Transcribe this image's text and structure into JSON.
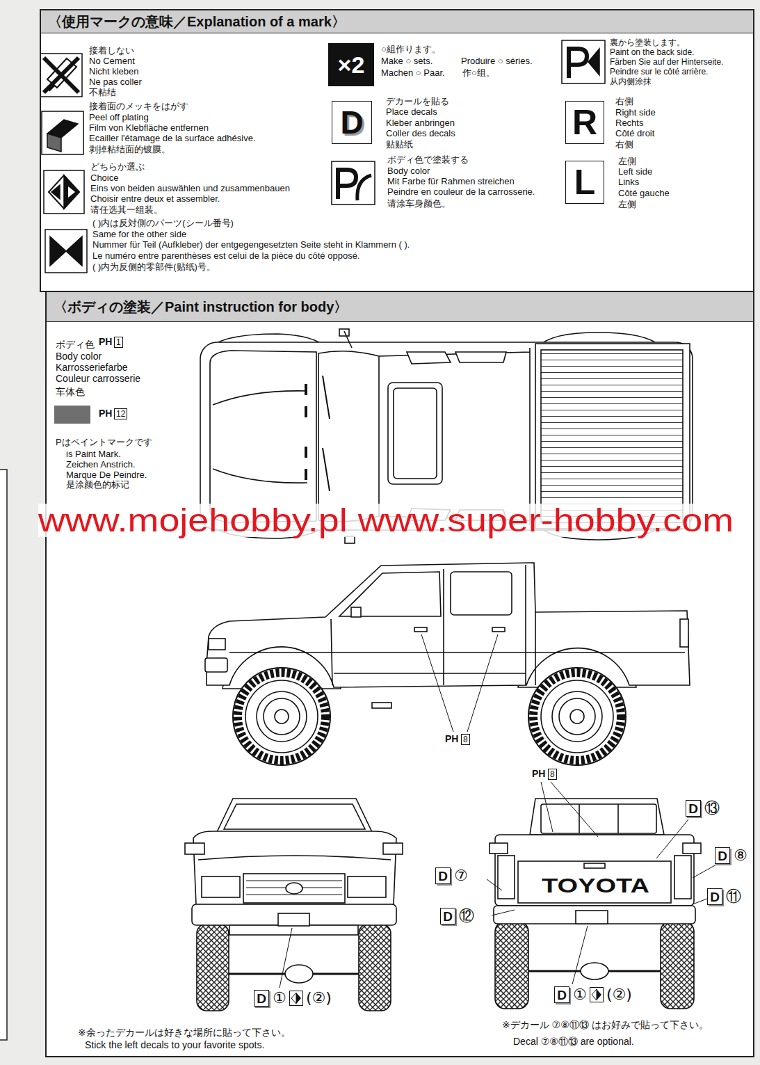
{
  "diagram": {
    "nodes": [
      {
        "text": [
          "〈使用マークの意味／Explanation of a mark〉"
        ]
      },
      {
        "text": [
          "×2"
        ],
        "in": 0
      },
      {
        "text": [
          "D"
        ],
        "in": 0
      },
      {
        "text": [
          "R"
        ],
        "in": 0
      },
      {
        "text": [
          "L"
        ],
        "in": 0
      },
      {
        "text": [
          "〈ボディの塗装／Paint instruction for body〉"
        ]
      },
      {
        "text": [
          "D",
          "⑬"
        ],
        "in": 5
      },
      {
        "text": [
          "D",
          "⑧"
        ],
        "in": 5
      },
      {
        "text": [
          "D",
          "⑦"
        ],
        "in": 5
      },
      {
        "text": [
          "D",
          "⑪"
        ],
        "in": 5
      },
      {
        "text": [
          "D",
          "⑫"
        ],
        "in": 5
      },
      {
        "text": [
          "D",
          "①",
          "(②)"
        ],
        "in": 5
      },
      {
        "text": [
          "D",
          "①",
          "(②)"
        ],
        "in": 5
      }
    ],
    "labels": [
      "接着しない",
      "No Cement",
      "Nicht kleben",
      "Ne pas coller",
      "不粘结",
      "接着面のメッキをはがす",
      "Peel off plating",
      "Film von Klebfläche entfernen",
      "Ecailler l'étamage de la surface adhésive.",
      "剥掉粘结面的镀膜。",
      "どちらか選ぶ",
      "Choice",
      "Eins von beiden auswählen und zusammenbauen",
      "Choisir entre deux et assembler.",
      "请任选其一组装。",
      "( )内は反対側のパーツ(シール番号)",
      "Same for the other side",
      "Nummer für Teil (Aufkleber) der entgegengesetzten Seite steht in Klammern ( ).",
      "Le numéro entre parenthèses est celui de la pièce du côté opposé.",
      "( )内为反侧的零部件(贴纸)号。",
      "○組作ります。",
      "Make ○ sets.",
      "Produire ○ séries.",
      "Machen ○ Paar.",
      "作○组。",
      "デカールを貼る",
      "Place decals",
      "Kleber anbringen",
      "Coller des decals",
      "贴贴纸",
      "ボディ色で塗装する",
      "Body color",
      "Mit Farbe für Rahmen streichen",
      "Peindre en couleur de la carrosserie.",
      "请涂车身颜色。",
      "裏から塗装します。",
      "Paint on the back side.",
      "Färben Sie auf der Hinterseite.",
      "Peindre sur le côté arrière.",
      "从内侧涂抹",
      "右側",
      "Right side",
      "Rechts",
      "Côté droit",
      "右侧",
      "左側",
      "Left side",
      "Links",
      "Côté gauche",
      "左侧",
      "ボディ色",
      "PH",
      "1",
      "Body color",
      "Karrosseriefarbe",
      "Couleur carrosserie",
      "车体色",
      "PH",
      "Pはペイントマークです",
      "is Paint Mark.",
      "Zeichen Anstrich.",
      "Marque De Peindre.",
      "是涂颜色的标记",
      "www.mojehobby.pl www.super-hobby.com",
      "PH",
      "8",
      "PH",
      "8",
      "TOYOTA",
      "※余ったデカールは好きな場所に貼って下さい。",
      "Stick the left decals to your favorite spots.",
      "※デカール ⑦⑧⑪⑬ はお好みで貼って下さい。",
      "Decal ⑦⑧⑪⑬ are optional."
    ],
    "legend": [
      {
        "text": "12",
        "color": "#6f6f6f"
      }
    ]
  }
}
